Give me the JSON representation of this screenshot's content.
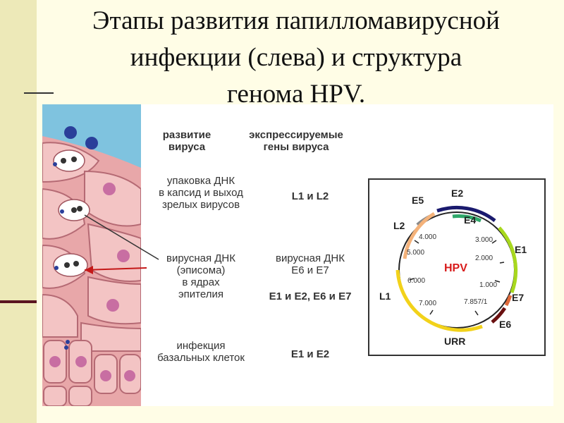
{
  "title": "Этапы развития папилломавирусной инфекции (слева) и структура генома HPV.",
  "title_lines": [
    "Этапы развития папилломавирусной",
    "инфекции (слева) и структура",
    "геномa HPV."
  ],
  "headers": {
    "development": "развитие\nвируса",
    "expressed": "экспрессируемые\nгены вируса"
  },
  "stages": [
    {
      "text": "упаковка ДНК\nв капсид и выход\nзрелых вирусов"
    },
    {
      "text": "вирусная ДНК\n(эписома)\nв ядрах\nэпителия"
    },
    {
      "text": "инфекция\nбазальных клеток"
    }
  ],
  "genes": [
    {
      "text": "L1 и L2"
    },
    {
      "text": "вирусная ДНК\nЕ6 и Е7"
    },
    {
      "text": "E1 и E2, E6 и E7"
    },
    {
      "text": "E1 и E2"
    }
  ],
  "genome": {
    "center_label": "HPV",
    "center_color": "#d81b1b",
    "ticks": [
      "1.000",
      "2.000",
      "3.000",
      "4.000",
      "5.000",
      "6.000",
      "7.000",
      "7.857/1"
    ],
    "gene_labels": [
      "E2",
      "E5",
      "E4",
      "L2",
      "E1",
      "L1",
      "E7",
      "E6",
      "URR"
    ],
    "gene_colors": {
      "E2": "#1a1a6e",
      "E4": "#2fa86a",
      "E5": "#8a8a8a",
      "L2": "#f4b27a",
      "E1": "#a8d81e",
      "L1": "#f2d21a",
      "E7": "#e06a3a",
      "E6": "#6a1010"
    }
  }
}
